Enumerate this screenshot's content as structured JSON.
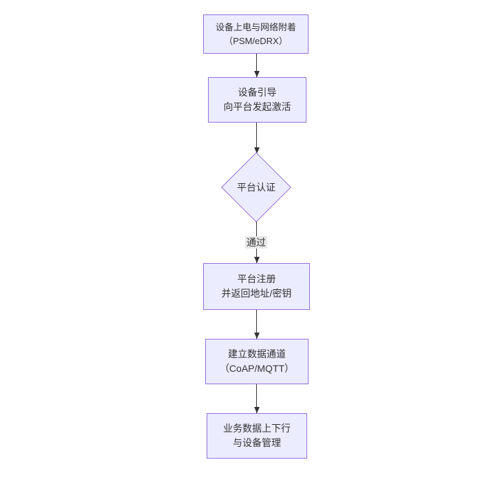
{
  "diagram": {
    "type": "flowchart-top-down",
    "nodes": [
      {
        "id": "attach",
        "shape": "rect",
        "line1": "设备上电与网络附着",
        "line2": "（PSM/eDRX）"
      },
      {
        "id": "bootstrap",
        "shape": "rect",
        "line1": "设备引导",
        "line2": "向平台发起激活"
      },
      {
        "id": "auth",
        "shape": "diamond",
        "line1": "平台认证",
        "line2": ""
      },
      {
        "id": "register",
        "shape": "rect",
        "line1": "平台注册",
        "line2": "并返回地址/密钥"
      },
      {
        "id": "channel",
        "shape": "rect",
        "line1": "建立数据通道",
        "line2": "（CoAP/MQTT）"
      },
      {
        "id": "business",
        "shape": "rect",
        "line1": "业务数据上下行",
        "line2": "与设备管理"
      }
    ],
    "edges": [
      {
        "from": "attach",
        "to": "bootstrap",
        "label": ""
      },
      {
        "from": "bootstrap",
        "to": "auth",
        "label": ""
      },
      {
        "from": "auth",
        "to": "register",
        "label": "通过"
      },
      {
        "from": "register",
        "to": "channel",
        "label": ""
      },
      {
        "from": "channel",
        "to": "business",
        "label": ""
      }
    ],
    "colors": {
      "node_fill": "#ECECFF",
      "node_border": "#9370DB",
      "arrow": "#333333",
      "text": "#333333",
      "edge_label_bg": "#e8e8e8",
      "canvas_bg": "#ffffff"
    }
  }
}
